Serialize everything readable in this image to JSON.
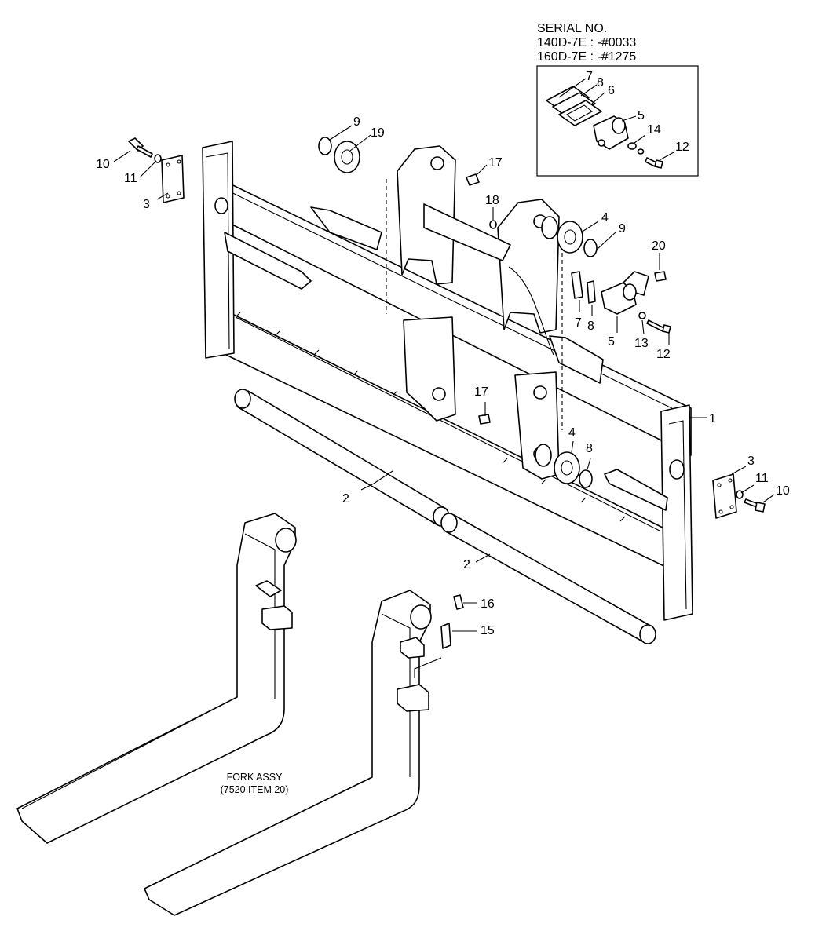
{
  "serial": {
    "heading": "SERIAL NO.",
    "line1": "140D-7E : -#0033",
    "line2": "160D-7E : -#1275"
  },
  "fork_note": {
    "line1": "FORK ASSY",
    "line2": "(7520 ITEM 20)"
  },
  "callouts": {
    "c1": "1",
    "c2a": "2",
    "c2b": "2",
    "c3a": "3",
    "c3b": "3",
    "c4a": "4",
    "c4b": "4",
    "c5a": "5",
    "c5b": "5",
    "c6": "6",
    "c7a": "7",
    "c7b": "7",
    "c8a": "8",
    "c8b": "8",
    "c8c": "8",
    "c9a": "9",
    "c9b": "9",
    "c10a": "10",
    "c10b": "10",
    "c11a": "11",
    "c11b": "11",
    "c12a": "12",
    "c12b": "12",
    "c13": "13",
    "c14": "14",
    "c15": "15",
    "c16": "16",
    "c17a": "17",
    "c17b": "17",
    "c18": "18",
    "c19": "19",
    "c20": "20"
  }
}
